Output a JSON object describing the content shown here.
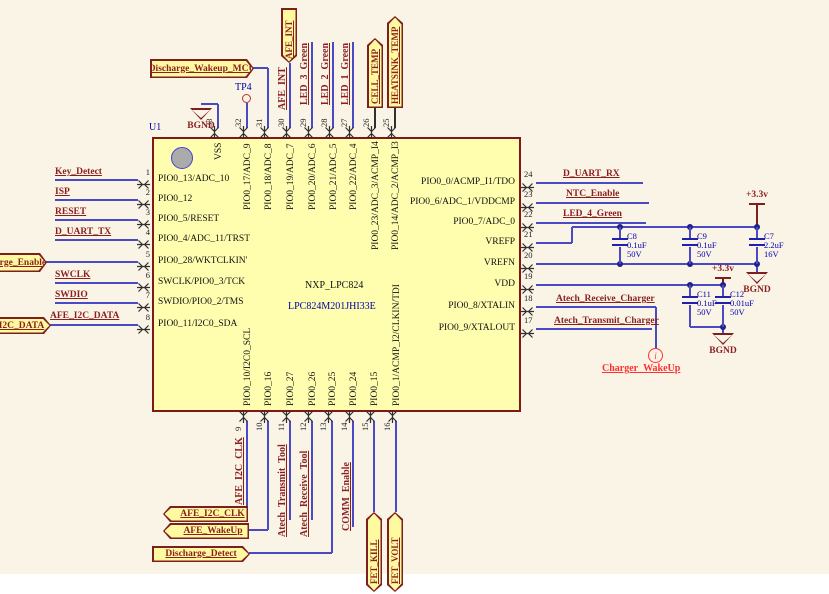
{
  "schematic": {
    "sheet": {
      "background": "#FAF4E6",
      "margin_color": "#FFFFFF"
    },
    "colors": {
      "wire": "#4A4AC4",
      "label": "#8B1F1F",
      "component_fill": "#FFFDAE",
      "component_border": "#801818",
      "value_text": "#0000B4",
      "charger_red": "#FF3030"
    },
    "chip": {
      "designator": "U1",
      "name": "NXP_LPC824",
      "part_number": "LPC824M201JHI33E",
      "left_pins": [
        {
          "num": "1",
          "name": "PIO0_13/ADC_10",
          "net": "Key_Detect"
        },
        {
          "num": "2",
          "name": "PIO0_12",
          "net": "ISP"
        },
        {
          "num": "3",
          "name": "PIO0_5/RESET",
          "net": "RESET"
        },
        {
          "num": "4",
          "name": "PIO0_4/ADC_11/TRST",
          "net": "D_UART_TX"
        },
        {
          "num": "5",
          "name": "PIO0_28/WKTCLKIN'"
        },
        {
          "num": "6",
          "name": "SWCLK/PIO0_3/TCK",
          "net": "SWCLK"
        },
        {
          "num": "7",
          "name": "SWDIO/PIO0_2/TMS",
          "net": "SWDIO"
        },
        {
          "num": "8",
          "name": "PIO0_11/I2C0_SDA",
          "net": "AFE_I2C_DATA"
        }
      ],
      "right_pins": [
        {
          "num": "24",
          "name": "PIO0_0/ACMP_I1/TDO",
          "net": "D_UART_RX"
        },
        {
          "num": "23",
          "name": "PIO0_6/ADC_1/VDDCMP",
          "net": "NTC_Enable"
        },
        {
          "num": "22",
          "name": "PIO0_7/ADC_0",
          "net": "LED_4_Green"
        },
        {
          "num": "21",
          "name": "VREFP"
        },
        {
          "num": "20",
          "name": "VREFN"
        },
        {
          "num": "19",
          "name": "VDD"
        },
        {
          "num": "18",
          "name": "PIO0_8/XTALIN",
          "net": "Atech_Receive_Charger"
        },
        {
          "num": "17",
          "name": "PIO0_9/XTALOUT",
          "net": "Atech_Transmit_Charger"
        }
      ],
      "top_pins": [
        {
          "num": "33",
          "name": "VSS"
        },
        {
          "num": "32",
          "name": "PIO0_17/ADC_9"
        },
        {
          "num": "31",
          "name": "PIO0_18/ADC_8"
        },
        {
          "num": "30",
          "name": "PIO0_19/ADC_7",
          "net": "AFE_INT"
        },
        {
          "num": "29",
          "name": "PIO0_20/ADC_6",
          "net": "LED_3_Green"
        },
        {
          "num": "28",
          "name": "PIO0_21/ADC_5",
          "net": "LED_2_Green"
        },
        {
          "num": "27",
          "name": "PIO0_22/ADC_4",
          "net": "LED_1_Green"
        },
        {
          "num": "26",
          "name": "PIO0_23/ADC_3/ACMP_I4"
        },
        {
          "num": "25",
          "name": "PIO0_14/ADC_2/ACMP_I3"
        }
      ],
      "bottom_pins": [
        {
          "num": "9",
          "name": "PIO0_10/I2C0_SCL",
          "net": "AFE_I2C_CLK"
        },
        {
          "num": "10",
          "name": "PIO0_16"
        },
        {
          "num": "11",
          "name": "PIO0_27",
          "net": "Atech_Transmit_Tool"
        },
        {
          "num": "12",
          "name": "PIO0_26",
          "net": "Atech_Receive_Tool"
        },
        {
          "num": "13",
          "name": "PIO0_25"
        },
        {
          "num": "14",
          "name": "PIO0_24",
          "net": "COMM_Enable"
        },
        {
          "num": "15",
          "name": "PIO0_15"
        },
        {
          "num": "16",
          "name": "PIO0_1/ACMP_I2/CLKIN/TDI"
        }
      ]
    },
    "ports": {
      "discharge_wakeup_mcu": "Discharge_Wakeup_MCU",
      "afe_int": "AFE_INT",
      "cell_temp": "CELL_TEMP",
      "heatsink_temp": "HEATSINK_TEMP",
      "fet_kill": "FET_KILL",
      "fet_volt": "FET_VOLT",
      "afe_i2c_clk": "AFE_I2C_CLK",
      "afe_wakeup": "AFE_WakeUp",
      "discharge_detect": "Discharge_Detect",
      "i2c_data_clipped": "I2C_DATA",
      "enable_clipped": "arge_Enable"
    },
    "capacitors": [
      {
        "ref": "C8",
        "value": "0.1uF",
        "voltage": "50V"
      },
      {
        "ref": "C9",
        "value": "0.1uF",
        "voltage": "50V"
      },
      {
        "ref": "C7",
        "value": "2.2uF",
        "voltage": "16V"
      },
      {
        "ref": "C11",
        "value": "0.1uF",
        "voltage": "50V"
      },
      {
        "ref": "C12",
        "value": "0.01uF",
        "voltage": "50V"
      }
    ],
    "power": {
      "rail": "+3.3v",
      "ground": "BGND"
    },
    "test_point": {
      "label": "TP4"
    },
    "charger": {
      "label": "Charger_WakeUp",
      "symbol": "i"
    }
  }
}
